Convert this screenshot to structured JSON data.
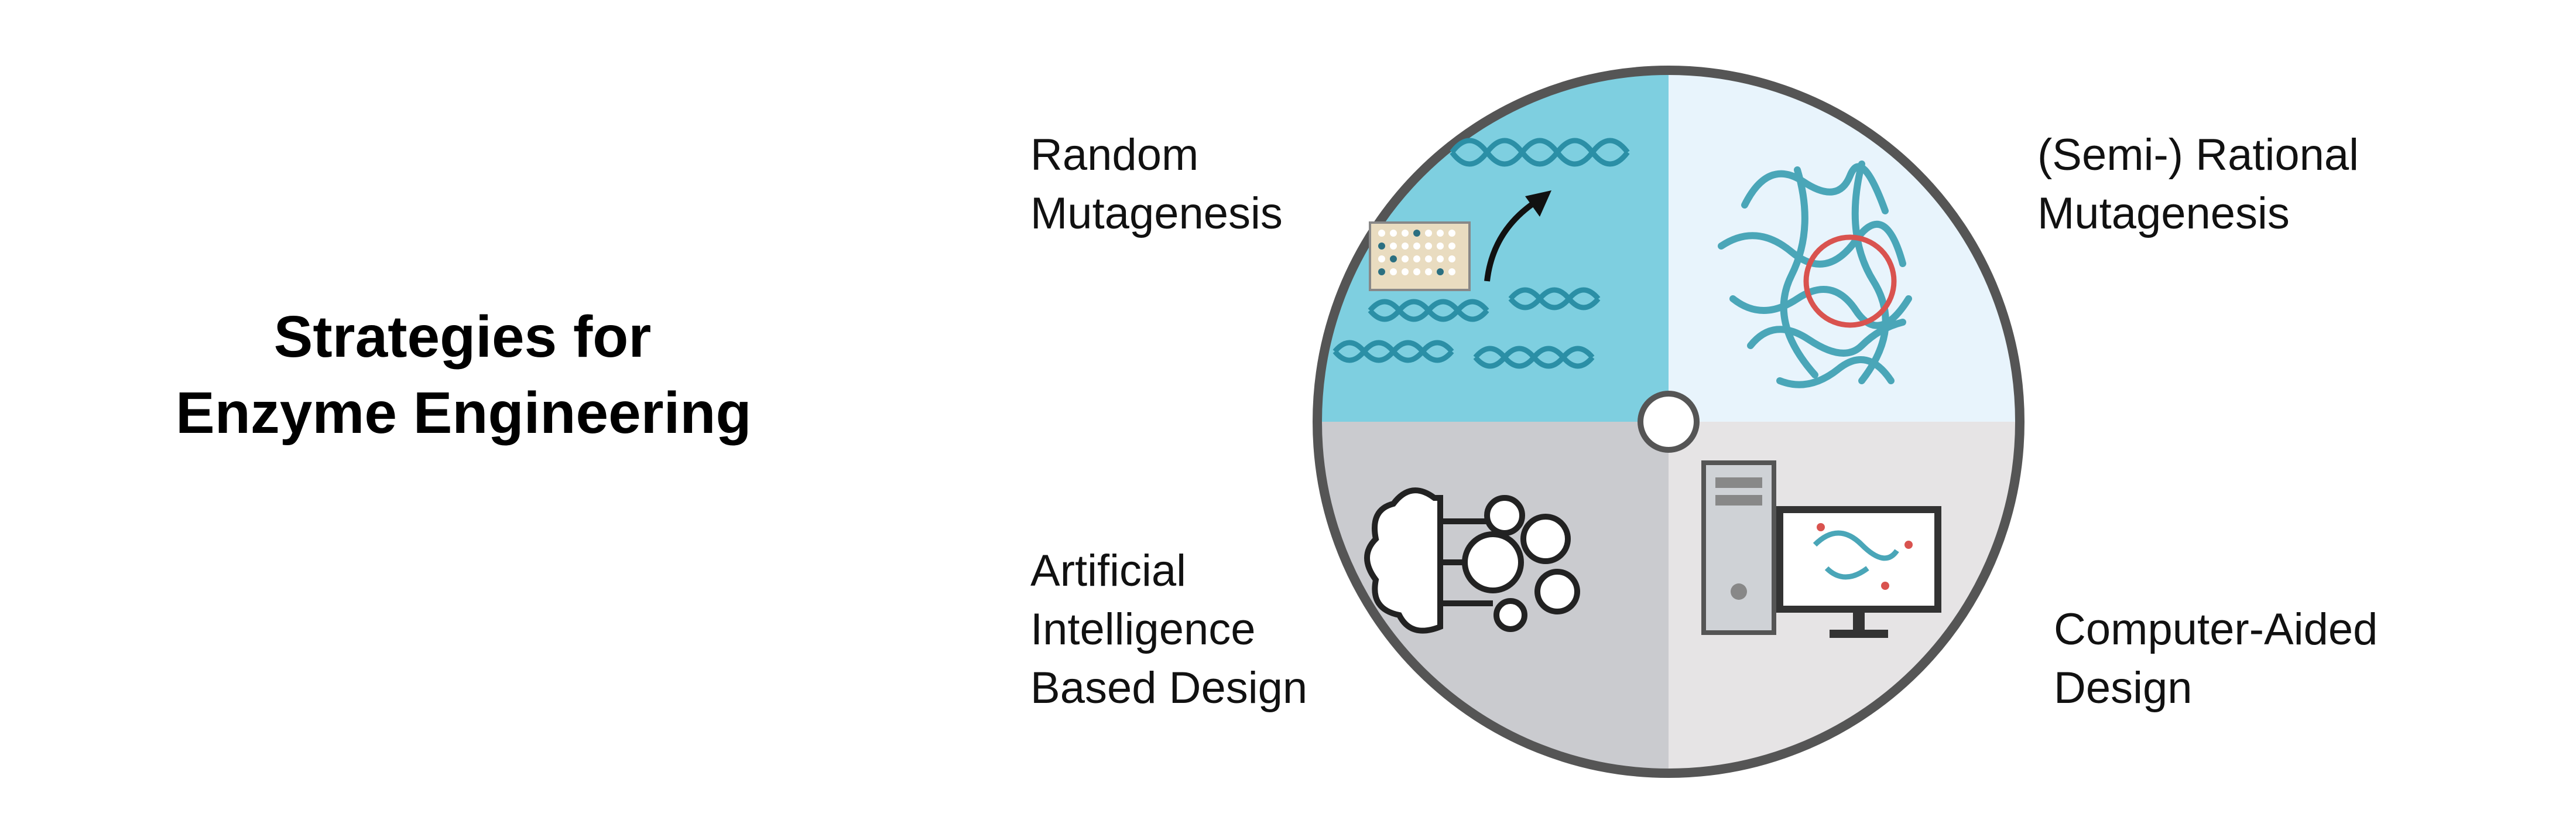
{
  "title": {
    "line1": "Strategies for",
    "line2": "Enzyme Engineering"
  },
  "quadrants": {
    "top_left": {
      "lines": [
        "Random",
        "Mutagenesis"
      ],
      "color": "#7ecfe0"
    },
    "top_right": {
      "lines": [
        "(Semi-) Rational",
        "Mutagenesis"
      ],
      "color": "#e8f4fc"
    },
    "bottom_left": {
      "lines": [
        "Artificial",
        "Intelligence",
        "Based Design"
      ],
      "color": "#cacbcf"
    },
    "bottom_right": {
      "lines": [
        "Computer-Aided",
        "Design"
      ],
      "color": "#e6e4e5"
    }
  },
  "icons": {
    "top_left": [
      "dna-helix-icon",
      "well-plate-icon",
      "arrow-icon"
    ],
    "top_right": [
      "protein-structure-icon",
      "target-circle-icon"
    ],
    "bottom_left": [
      "brain-gears-icon"
    ],
    "bottom_right": [
      "computer-tower-icon",
      "monitor-icon"
    ]
  },
  "colors": {
    "ring": "#555555",
    "highlight": "#d9534f",
    "helix": "#2b8fa6"
  }
}
